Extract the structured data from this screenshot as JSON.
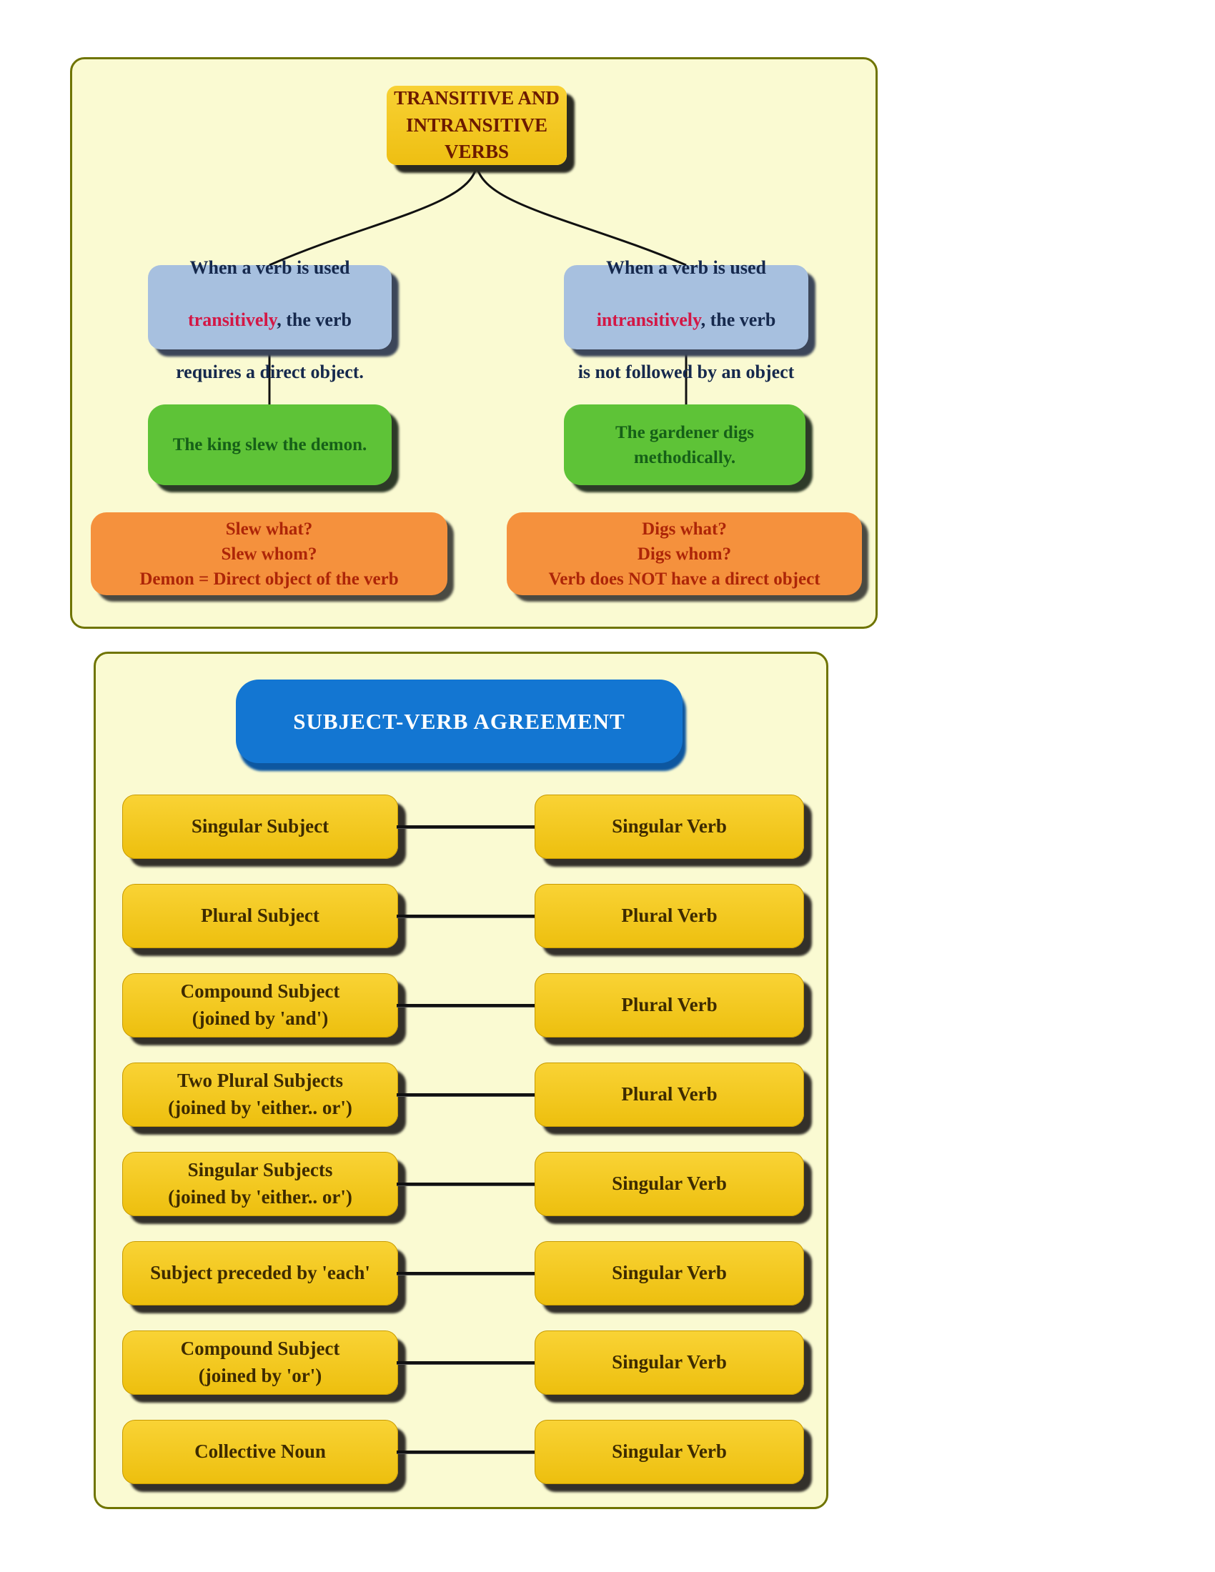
{
  "transitive_panel": {
    "title": "TRANSITIVE AND\nINTRANSITIVE\nVERBS",
    "left_branch": {
      "definition": {
        "line1": "When a verb is used",
        "highlight": "transitively",
        "line2_rest": ", the verb",
        "line3": "requires a direct object."
      },
      "example": "The king slew the demon.",
      "analysis": "Slew what?\nSlew whom?\nDemon = Direct object of the verb"
    },
    "right_branch": {
      "definition": {
        "line1": "When a verb is used",
        "highlight": "intransitively",
        "line2_rest": ", the verb",
        "line3": "is not followed by an object"
      },
      "example": "The gardener digs\nmethodically.",
      "analysis": "Digs what?\nDigs whom?\nVerb does NOT have a direct object"
    }
  },
  "agreement_panel": {
    "title": "SUBJECT-VERB AGREEMENT",
    "rows": [
      {
        "left": "Singular Subject",
        "right": "Singular Verb"
      },
      {
        "left": "Plural Subject",
        "right": "Plural Verb"
      },
      {
        "left": "Compound Subject\n(joined by 'and')",
        "right": "Plural Verb"
      },
      {
        "left": "Two Plural Subjects\n(joined by 'either.. or')",
        "right": "Plural Verb"
      },
      {
        "left": "Singular Subjects\n(joined by 'either.. or')",
        "right": "Singular Verb"
      },
      {
        "left": "Subject preceded by 'each'",
        "right": "Singular Verb"
      },
      {
        "left": "Compound Subject\n(joined by 'or')",
        "right": "Singular Verb"
      },
      {
        "left": "Collective Noun",
        "right": "Singular Verb"
      }
    ]
  },
  "colors": {
    "panel_background": "#fafad2",
    "panel_border": "#6f7400",
    "gold": "#f2c81e",
    "blue_definition": "#a7c0df",
    "green_example": "#5ec337",
    "orange_analysis": "#f5913d",
    "header_blue": "#1376d2",
    "highlight_red": "#d31745"
  }
}
